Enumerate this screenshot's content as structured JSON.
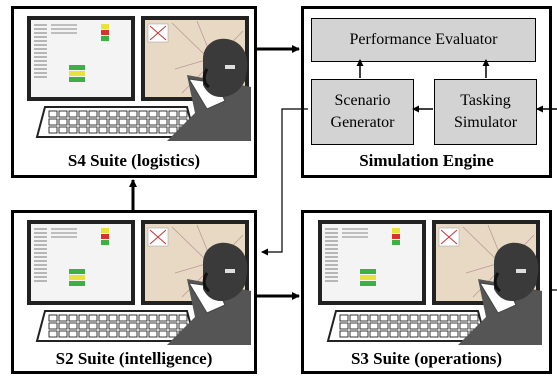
{
  "suites": {
    "s4": {
      "label": "S4 Suite (logistics)"
    },
    "s2": {
      "label": "S2 Suite (intelligence)"
    },
    "s3": {
      "label": "S3 Suite (operations)"
    }
  },
  "engine": {
    "label": "Simulation Engine",
    "performance_evaluator": "Performance Evaluator",
    "scenario_generator": {
      "line1": "Scenario",
      "line2": "Generator"
    },
    "tasking_simulator": {
      "line1": "Tasking",
      "line2": "Simulator"
    }
  },
  "colors": {
    "node_fill": "#d3d3d3",
    "monitor_frame": "#222222",
    "screen_bg": "#f4f4f4",
    "map_bg": "#e8d9c4",
    "operator": "#555555",
    "status_green": "#3cb043",
    "status_yellow": "#e8e23a",
    "status_red": "#d93030"
  },
  "icons": [
    "monitor-icon",
    "map-icon",
    "keyboard-icon",
    "operator-icon",
    "headset-icon"
  ]
}
